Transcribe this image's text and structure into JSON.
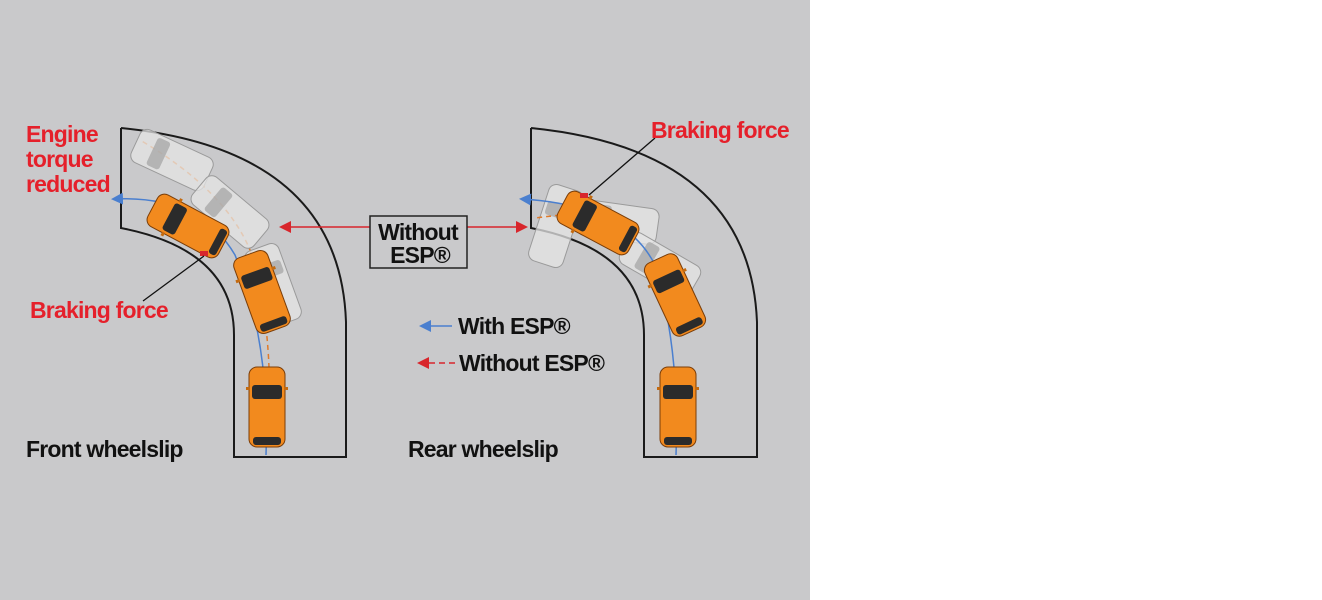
{
  "labels": {
    "engine_torque": [
      "Engine",
      "torque",
      "reduced"
    ],
    "braking_force_left": "Braking force",
    "braking_force_right": "Braking force",
    "without_esp_box": [
      "Without",
      "ESP®"
    ],
    "front_wheelslip": "Front wheelslip",
    "rear_wheelslip": "Rear wheelslip"
  },
  "legend": [
    {
      "label": "With ESP®",
      "style": "solid",
      "color": "#4a7fcf"
    },
    {
      "label": "Without ESP®",
      "style": "dashed",
      "color": "#d8262c"
    }
  ],
  "colors": {
    "background": "#c9c9cb",
    "car": "#f28a1e",
    "label_red": "#e5202b",
    "with_esp": "#4a7fcf",
    "without_esp": "#d8262c"
  }
}
